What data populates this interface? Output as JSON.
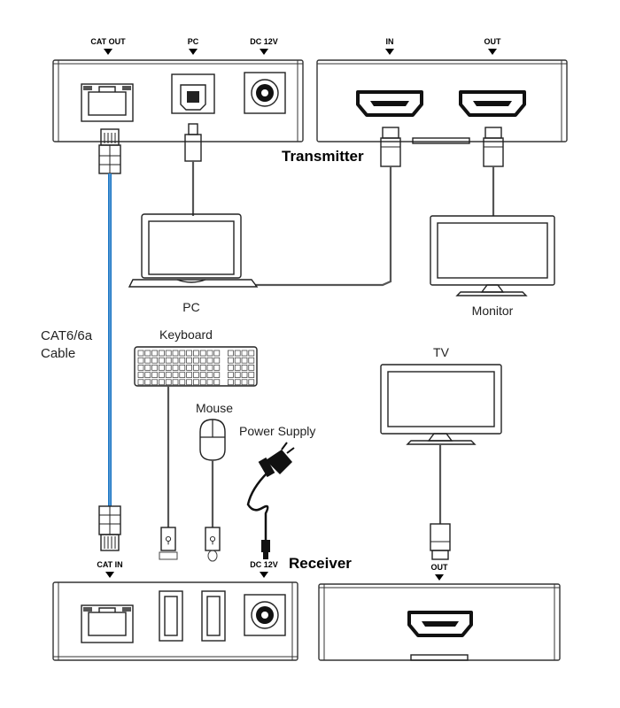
{
  "transmitter": {
    "title": "Transmitter",
    "ports_left": {
      "cat_out": "CAT OUT",
      "pc": "PC",
      "dc": "DC 12V"
    },
    "ports_right": {
      "in": "IN",
      "out": "OUT"
    }
  },
  "receiver": {
    "title": "Receiver",
    "ports": {
      "cat_in": "CAT IN",
      "dc": "DC 12V"
    },
    "tv_port": "OUT"
  },
  "devices": {
    "pc": "PC",
    "monitor": "Monitor",
    "keyboard": "Keyboard",
    "mouse": "Mouse",
    "power_supply": "Power Supply",
    "tv": "TV"
  },
  "cable": {
    "line1": "CAT6/6a",
    "line2": "Cable"
  },
  "colors": {
    "cable": "#1a75c4",
    "outline": "#222222"
  }
}
